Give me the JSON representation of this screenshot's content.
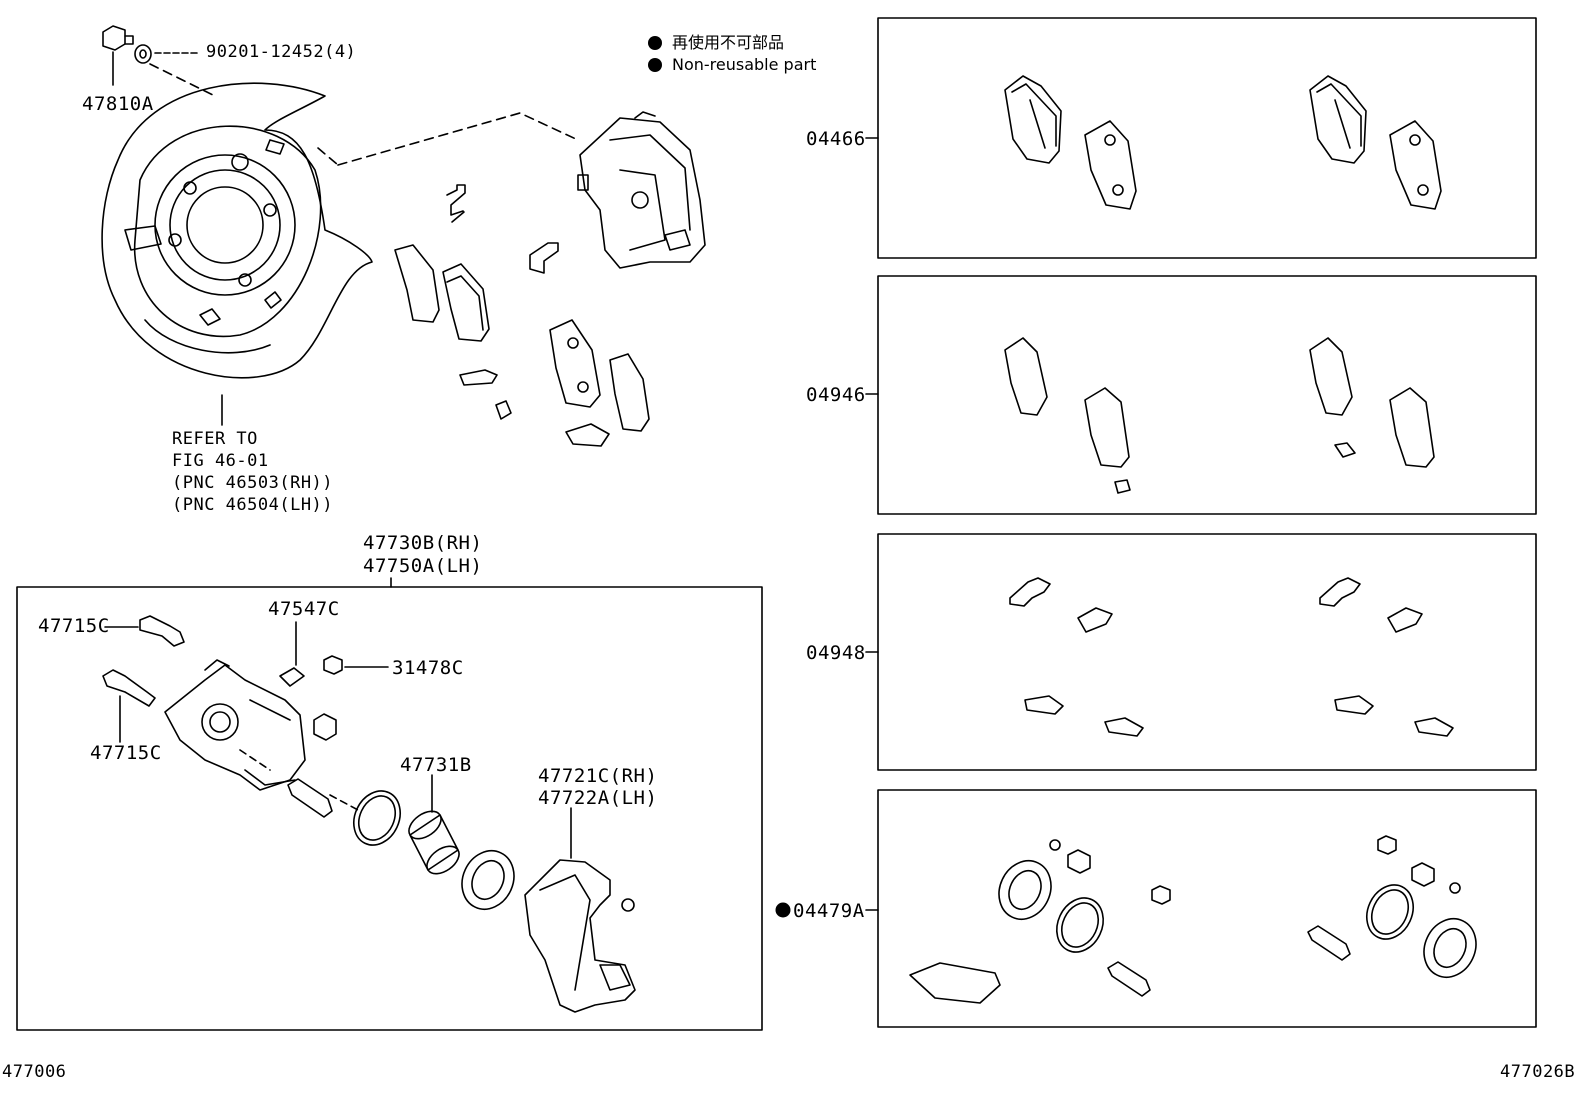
{
  "legend": {
    "line1": "再使用不可部品",
    "line2": "Non-reusable part",
    "marker_color": "#000000"
  },
  "labels": {
    "bolt_47810A": "47810A",
    "washer_90201": "90201-12452(4)",
    "refer_1": "REFER TO",
    "refer_2": "FIG 46-01",
    "refer_3": "(PNC 46503(RH))",
    "refer_4": "(PNC 46504(LH))",
    "caliper_rh": "47730B(RH)",
    "caliper_lh": "47750A(LH)",
    "pin_top": "47715C",
    "pin_bottom": "47715C",
    "bleeder_47547C": "47547C",
    "cap_31478C": "31478C",
    "piston_47731B": "47731B",
    "mount_rh": "47721C(RH)",
    "mount_lh": "47722A(LH)",
    "kit_04466": "04466",
    "kit_04946": "04946",
    "kit_04948": "04948",
    "kit_04479A": "04479A",
    "footer_left": "477006",
    "footer_right": "477026B"
  }
}
